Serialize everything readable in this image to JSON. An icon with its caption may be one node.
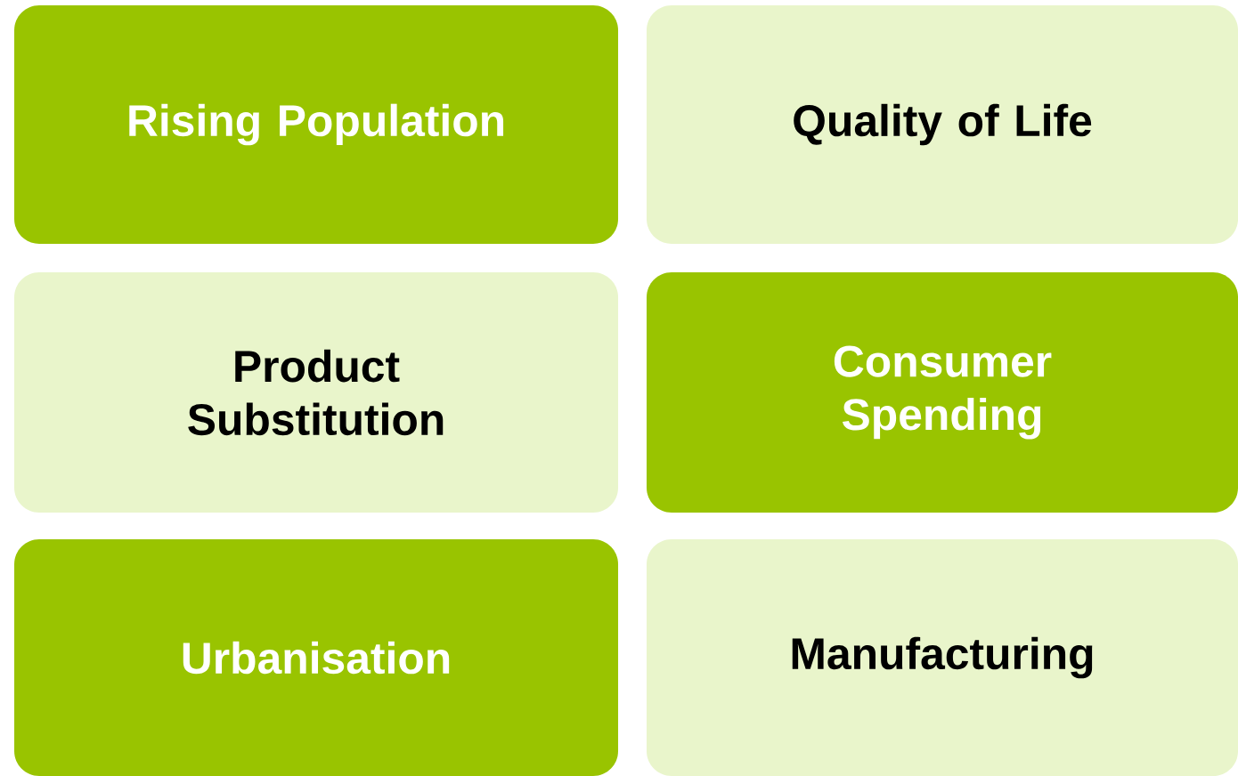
{
  "diagram": {
    "nodes": [
      {
        "text": [
          "Rising Population"
        ]
      },
      {
        "text": [
          "Quality of Life"
        ]
      },
      {
        "text": [
          "Product Substitution"
        ]
      },
      {
        "text": [
          "Consumer Spending"
        ]
      },
      {
        "text": [
          "Urbanisation"
        ]
      },
      {
        "text": [
          "Manufacturing"
        ]
      }
    ]
  }
}
